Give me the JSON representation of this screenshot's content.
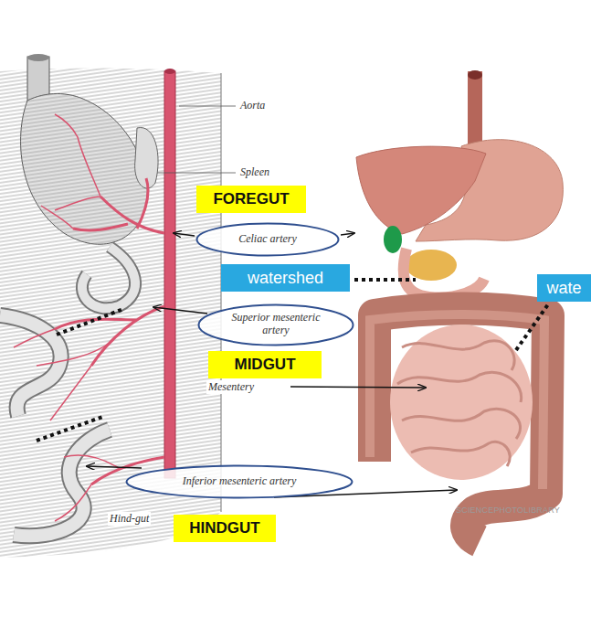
{
  "diagram": {
    "nodes": [
      {
        "text": [
          "FOREGUT"
        ]
      },
      {
        "text": [
          "Celiac artery"
        ]
      },
      {
        "text": [
          "watershed"
        ]
      },
      {
        "text": [
          "wate"
        ]
      },
      {
        "text": [
          "Superior mesenteric artery"
        ]
      },
      {
        "text": [
          "MIDGUT"
        ]
      },
      {
        "text": [
          "Inferior mesenteric artery"
        ]
      },
      {
        "text": [
          "HINDGUT"
        ]
      }
    ],
    "labels": [
      "Aorta",
      "Spleen",
      "Mesentery",
      "Hind-gut",
      "SCIENCEPHOTOLIBRARY"
    ]
  }
}
